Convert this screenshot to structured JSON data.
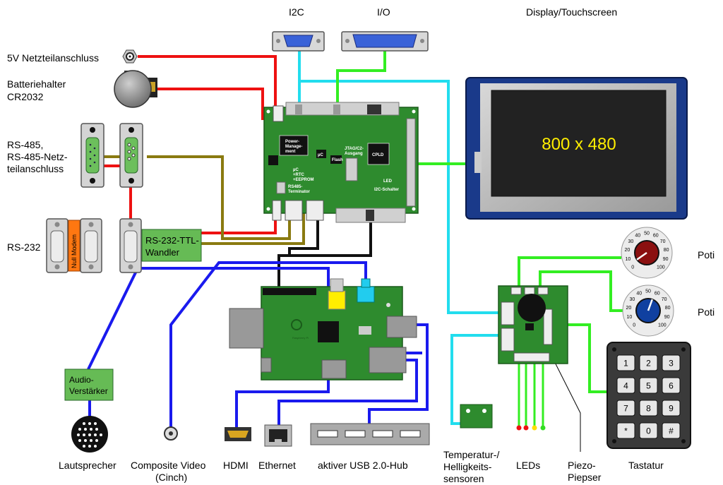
{
  "labels": {
    "i2c": "I2C",
    "io": "I/O",
    "display": "Display/Touchscreen",
    "power": "5V Netzteilanschluss",
    "battery_1": "Batteriehalter",
    "battery_2": "CR2032",
    "rs485_1": "RS-485,",
    "rs485_2": "RS-485-Netz-",
    "rs485_3": "teilanschluss",
    "rs232": "RS-232",
    "null_modem": "Null Modem",
    "ttl_1": "RS-232-TTL-",
    "ttl_2": "Wandler",
    "audio_1": "Audio-",
    "audio_2": "Verstärker",
    "speaker": "Lautsprecher",
    "composite_1": "Composite Video",
    "composite_2": "(Cinch)",
    "hdmi": "HDMI",
    "ethernet": "Ethernet",
    "usb_hub": "aktiver USB 2.0-Hub",
    "temp_1": "Temperatur-/",
    "temp_2": "Helligkeits-",
    "temp_3": "sensoren",
    "leds": "LEDs",
    "piezo_1": "Piezo-",
    "piezo_2": "Piepser",
    "keypad": "Tastatur",
    "poti_1": "Poti",
    "poti_2": "Poti",
    "resolution": "800 x 480"
  },
  "board": {
    "power_mgmt_1": "Power-",
    "power_mgmt_2": "Manage-",
    "power_mgmt_3": "ment",
    "uc": "µC",
    "uc2": "µC",
    "rtc": "+RTC",
    "eeprom": "+EEPROM",
    "flash": "Flash",
    "jtag_1": "JTAG/C2-",
    "jtag_2": "Ausgang",
    "cpld": "CPLD",
    "led": "LED",
    "i2c_switch": "I2C-Schalter",
    "rs485_term_1": "RS485-",
    "rs485_term_2": "Terminator"
  },
  "pi_label": "Raspberry Pi",
  "keypad_keys": [
    "1",
    "2",
    "3",
    "4",
    "5",
    "6",
    "7",
    "8",
    "9",
    "*",
    "0",
    "#"
  ],
  "dial_ticks": [
    "0",
    "10",
    "20",
    "30",
    "40",
    "50",
    "60",
    "70",
    "80",
    "90",
    "100"
  ],
  "colors": {
    "pcb": "#2e8b2e",
    "wire_red": "#ee1111",
    "wire_cyan": "#22ddee",
    "wire_green": "#33ee22",
    "wire_olive": "#8a7a10",
    "wire_blue": "#1a1aee",
    "wire_black": "#111111",
    "display_frame": "#1a3a8a",
    "display_text": "#ffee00",
    "module": "#66bb55",
    "null_modem": "#ff7711",
    "dial_red": "#8b1010",
    "dial_blue": "#1040a0"
  },
  "led_colors": [
    "#ee1111",
    "#ee1111",
    "#ffdd00",
    "#33dd22"
  ]
}
